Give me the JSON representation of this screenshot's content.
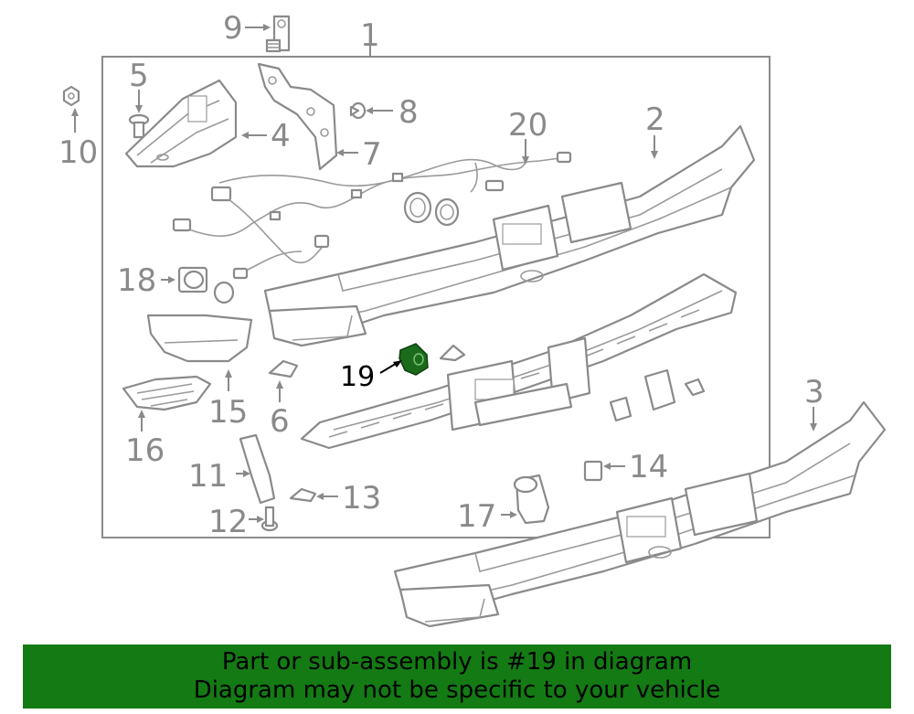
{
  "callouts": {
    "c1": "1",
    "c2": "2",
    "c3": "3",
    "c4": "4",
    "c5": "5",
    "c6": "6",
    "c7": "7",
    "c8": "8",
    "c9": "9",
    "c10": "10",
    "c11": "11",
    "c12": "12",
    "c13": "13",
    "c14": "14",
    "c15": "15",
    "c16": "16",
    "c17": "17",
    "c18": "18",
    "c19": "19",
    "c20": "20"
  },
  "highlight": {
    "part_number": "19",
    "color": "#1a6b1a"
  },
  "banner": {
    "line1": "Part or sub-assembly is #19 in diagram",
    "line2": "Diagram may not be specific to your vehicle",
    "background": "#147a14"
  },
  "colors": {
    "line": "#8a8a8a",
    "highlight_label": "#000000"
  }
}
